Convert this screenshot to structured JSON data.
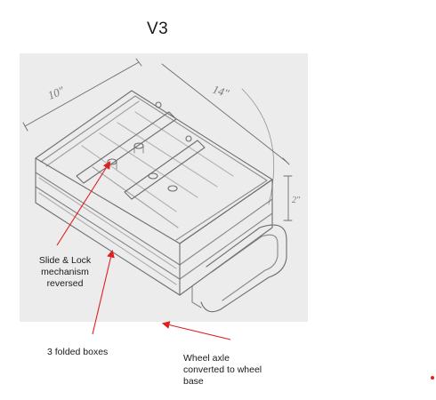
{
  "title": "V3",
  "sketch": {
    "dimension_labels": {
      "width": "10\"",
      "length": "14\"",
      "height": "2\""
    }
  },
  "annotations": {
    "slide_lock": "Slide & Lock mechanism reversed",
    "folded_boxes": "3 folded boxes",
    "wheel_axle": "Wheel axle converted to wheel base"
  },
  "colors": {
    "arrow": "#e02020",
    "sketch_bg": "#ececec",
    "pencil": "#6e6e6e"
  }
}
